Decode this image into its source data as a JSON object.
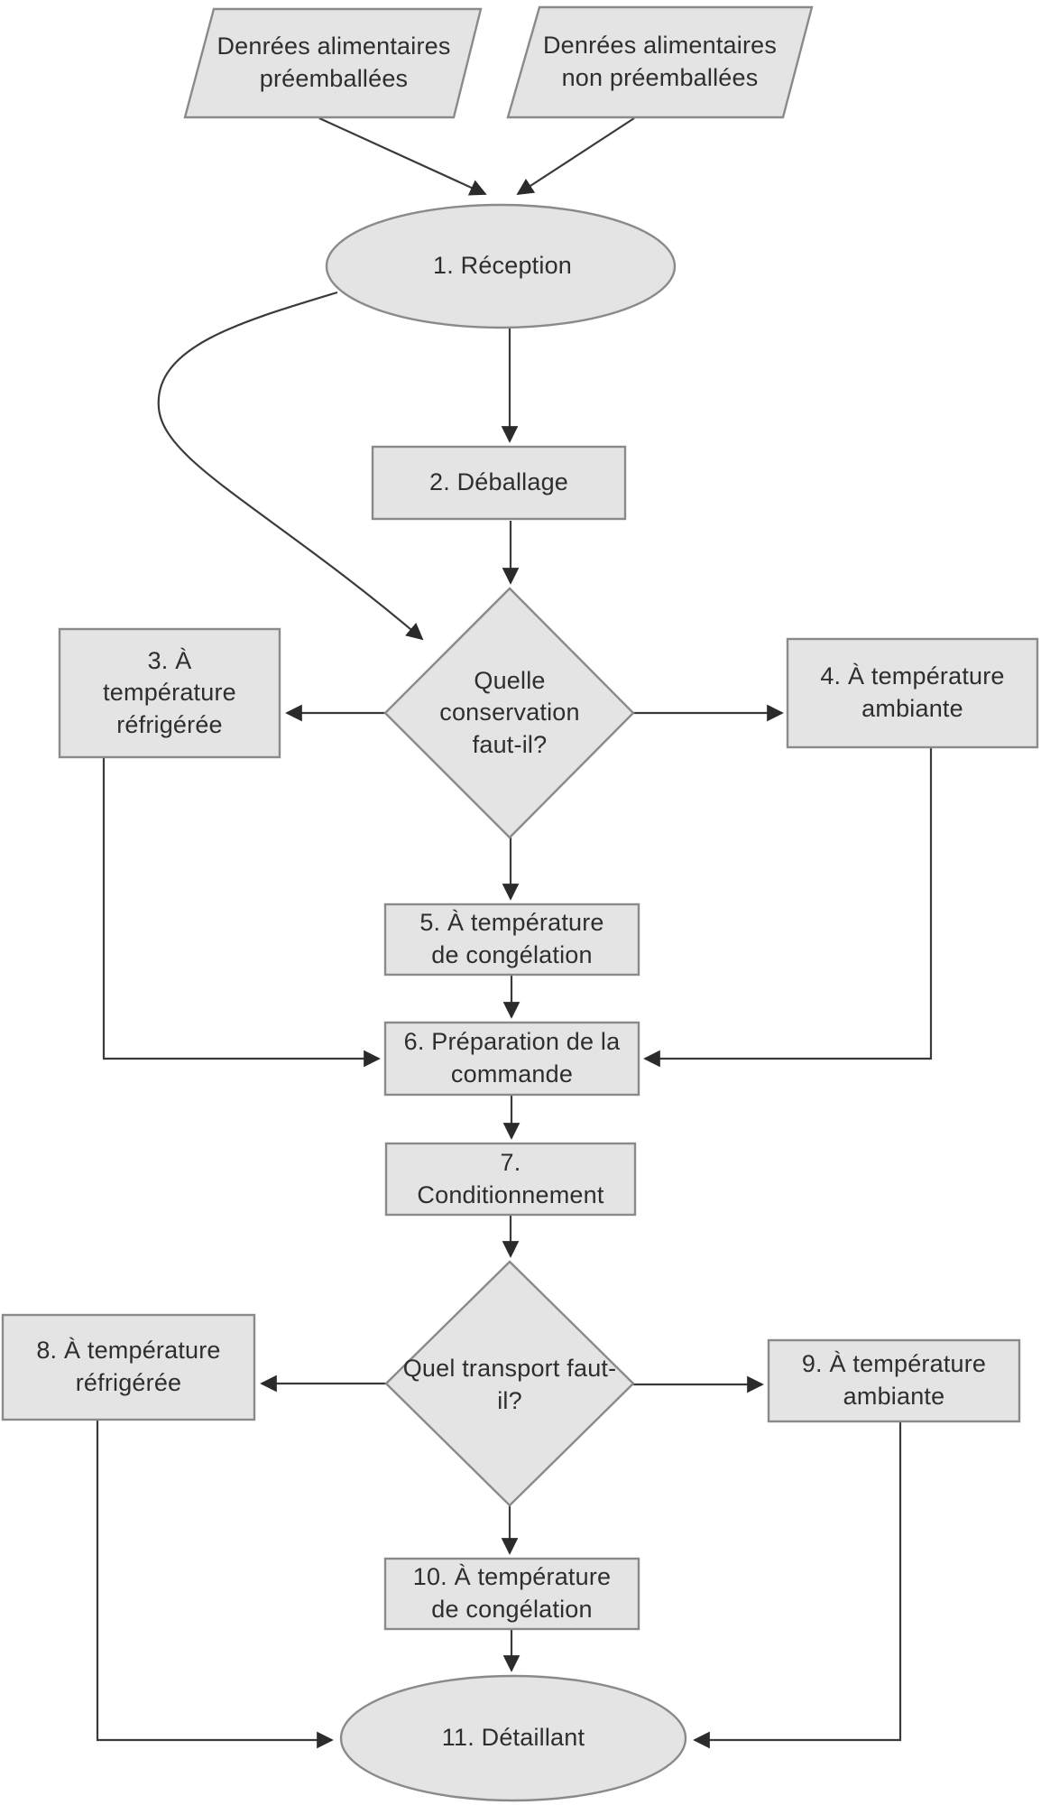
{
  "diagram": {
    "language": "fr",
    "colors": {
      "node_fill": "#e4e4e4",
      "node_border": "#8a8a8a",
      "connector": "#3a3a3a",
      "text": "#2e2e2e",
      "background": "#ffffff"
    },
    "nodes": {
      "para_a": {
        "shape": "parallelogram",
        "label": "Denrées alimentaires\npréemballées"
      },
      "para_b": {
        "shape": "parallelogram",
        "label": "Denrées alimentaires\nnon préemballées"
      },
      "ellipse_1": {
        "shape": "ellipse",
        "label": "1. Réception"
      },
      "box_2": {
        "shape": "rect",
        "label": "2. Déballage"
      },
      "diamond_1": {
        "shape": "diamond",
        "label": "Quelle\nconservation\nfaut-il?"
      },
      "box_3": {
        "shape": "rect",
        "label": "3. À\ntempérature\nréfrigérée"
      },
      "box_4": {
        "shape": "rect",
        "label": "4. À température\nambiante"
      },
      "box_5": {
        "shape": "rect",
        "label": "5. À température\nde congélation"
      },
      "box_6": {
        "shape": "rect",
        "label": "6. Préparation de la\ncommande"
      },
      "box_7": {
        "shape": "rect",
        "label": "7.\nConditionnement"
      },
      "diamond_2": {
        "shape": "diamond",
        "label": "Quel transport faut-\nil?"
      },
      "box_8": {
        "shape": "rect",
        "label": "8. À température\nréfrigérée"
      },
      "box_9": {
        "shape": "rect",
        "label": "9. À température\nambiante"
      },
      "box_10": {
        "shape": "rect",
        "label": "10. À température\nde congélation"
      },
      "ellipse_11": {
        "shape": "ellipse",
        "label": "11. Détaillant"
      }
    },
    "edges": [
      {
        "from": "para_a",
        "to": "ellipse_1"
      },
      {
        "from": "para_b",
        "to": "ellipse_1"
      },
      {
        "from": "ellipse_1",
        "to": "box_2"
      },
      {
        "from": "ellipse_1",
        "to": "diamond_1",
        "style": "curved-bypass"
      },
      {
        "from": "box_2",
        "to": "diamond_1"
      },
      {
        "from": "diamond_1",
        "to": "box_3"
      },
      {
        "from": "diamond_1",
        "to": "box_4"
      },
      {
        "from": "diamond_1",
        "to": "box_5"
      },
      {
        "from": "box_3",
        "to": "box_6",
        "style": "elbow"
      },
      {
        "from": "box_4",
        "to": "box_6",
        "style": "elbow"
      },
      {
        "from": "box_5",
        "to": "box_6"
      },
      {
        "from": "box_6",
        "to": "box_7"
      },
      {
        "from": "box_7",
        "to": "diamond_2"
      },
      {
        "from": "diamond_2",
        "to": "box_8"
      },
      {
        "from": "diamond_2",
        "to": "box_9"
      },
      {
        "from": "diamond_2",
        "to": "box_10"
      },
      {
        "from": "box_8",
        "to": "ellipse_11",
        "style": "elbow"
      },
      {
        "from": "box_9",
        "to": "ellipse_11",
        "style": "elbow"
      },
      {
        "from": "box_10",
        "to": "ellipse_11"
      }
    ]
  }
}
